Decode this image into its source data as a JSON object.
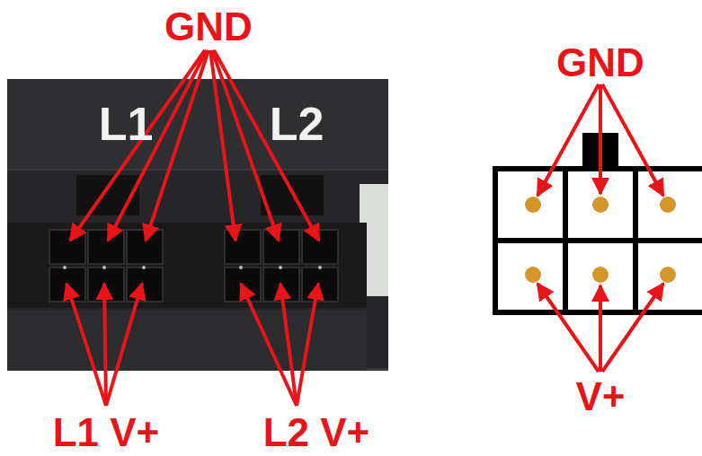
{
  "diagram": {
    "labels": [
      "GND",
      "L1",
      "L2",
      "L1 V+",
      "L2 V+",
      "GND",
      "V+"
    ]
  }
}
